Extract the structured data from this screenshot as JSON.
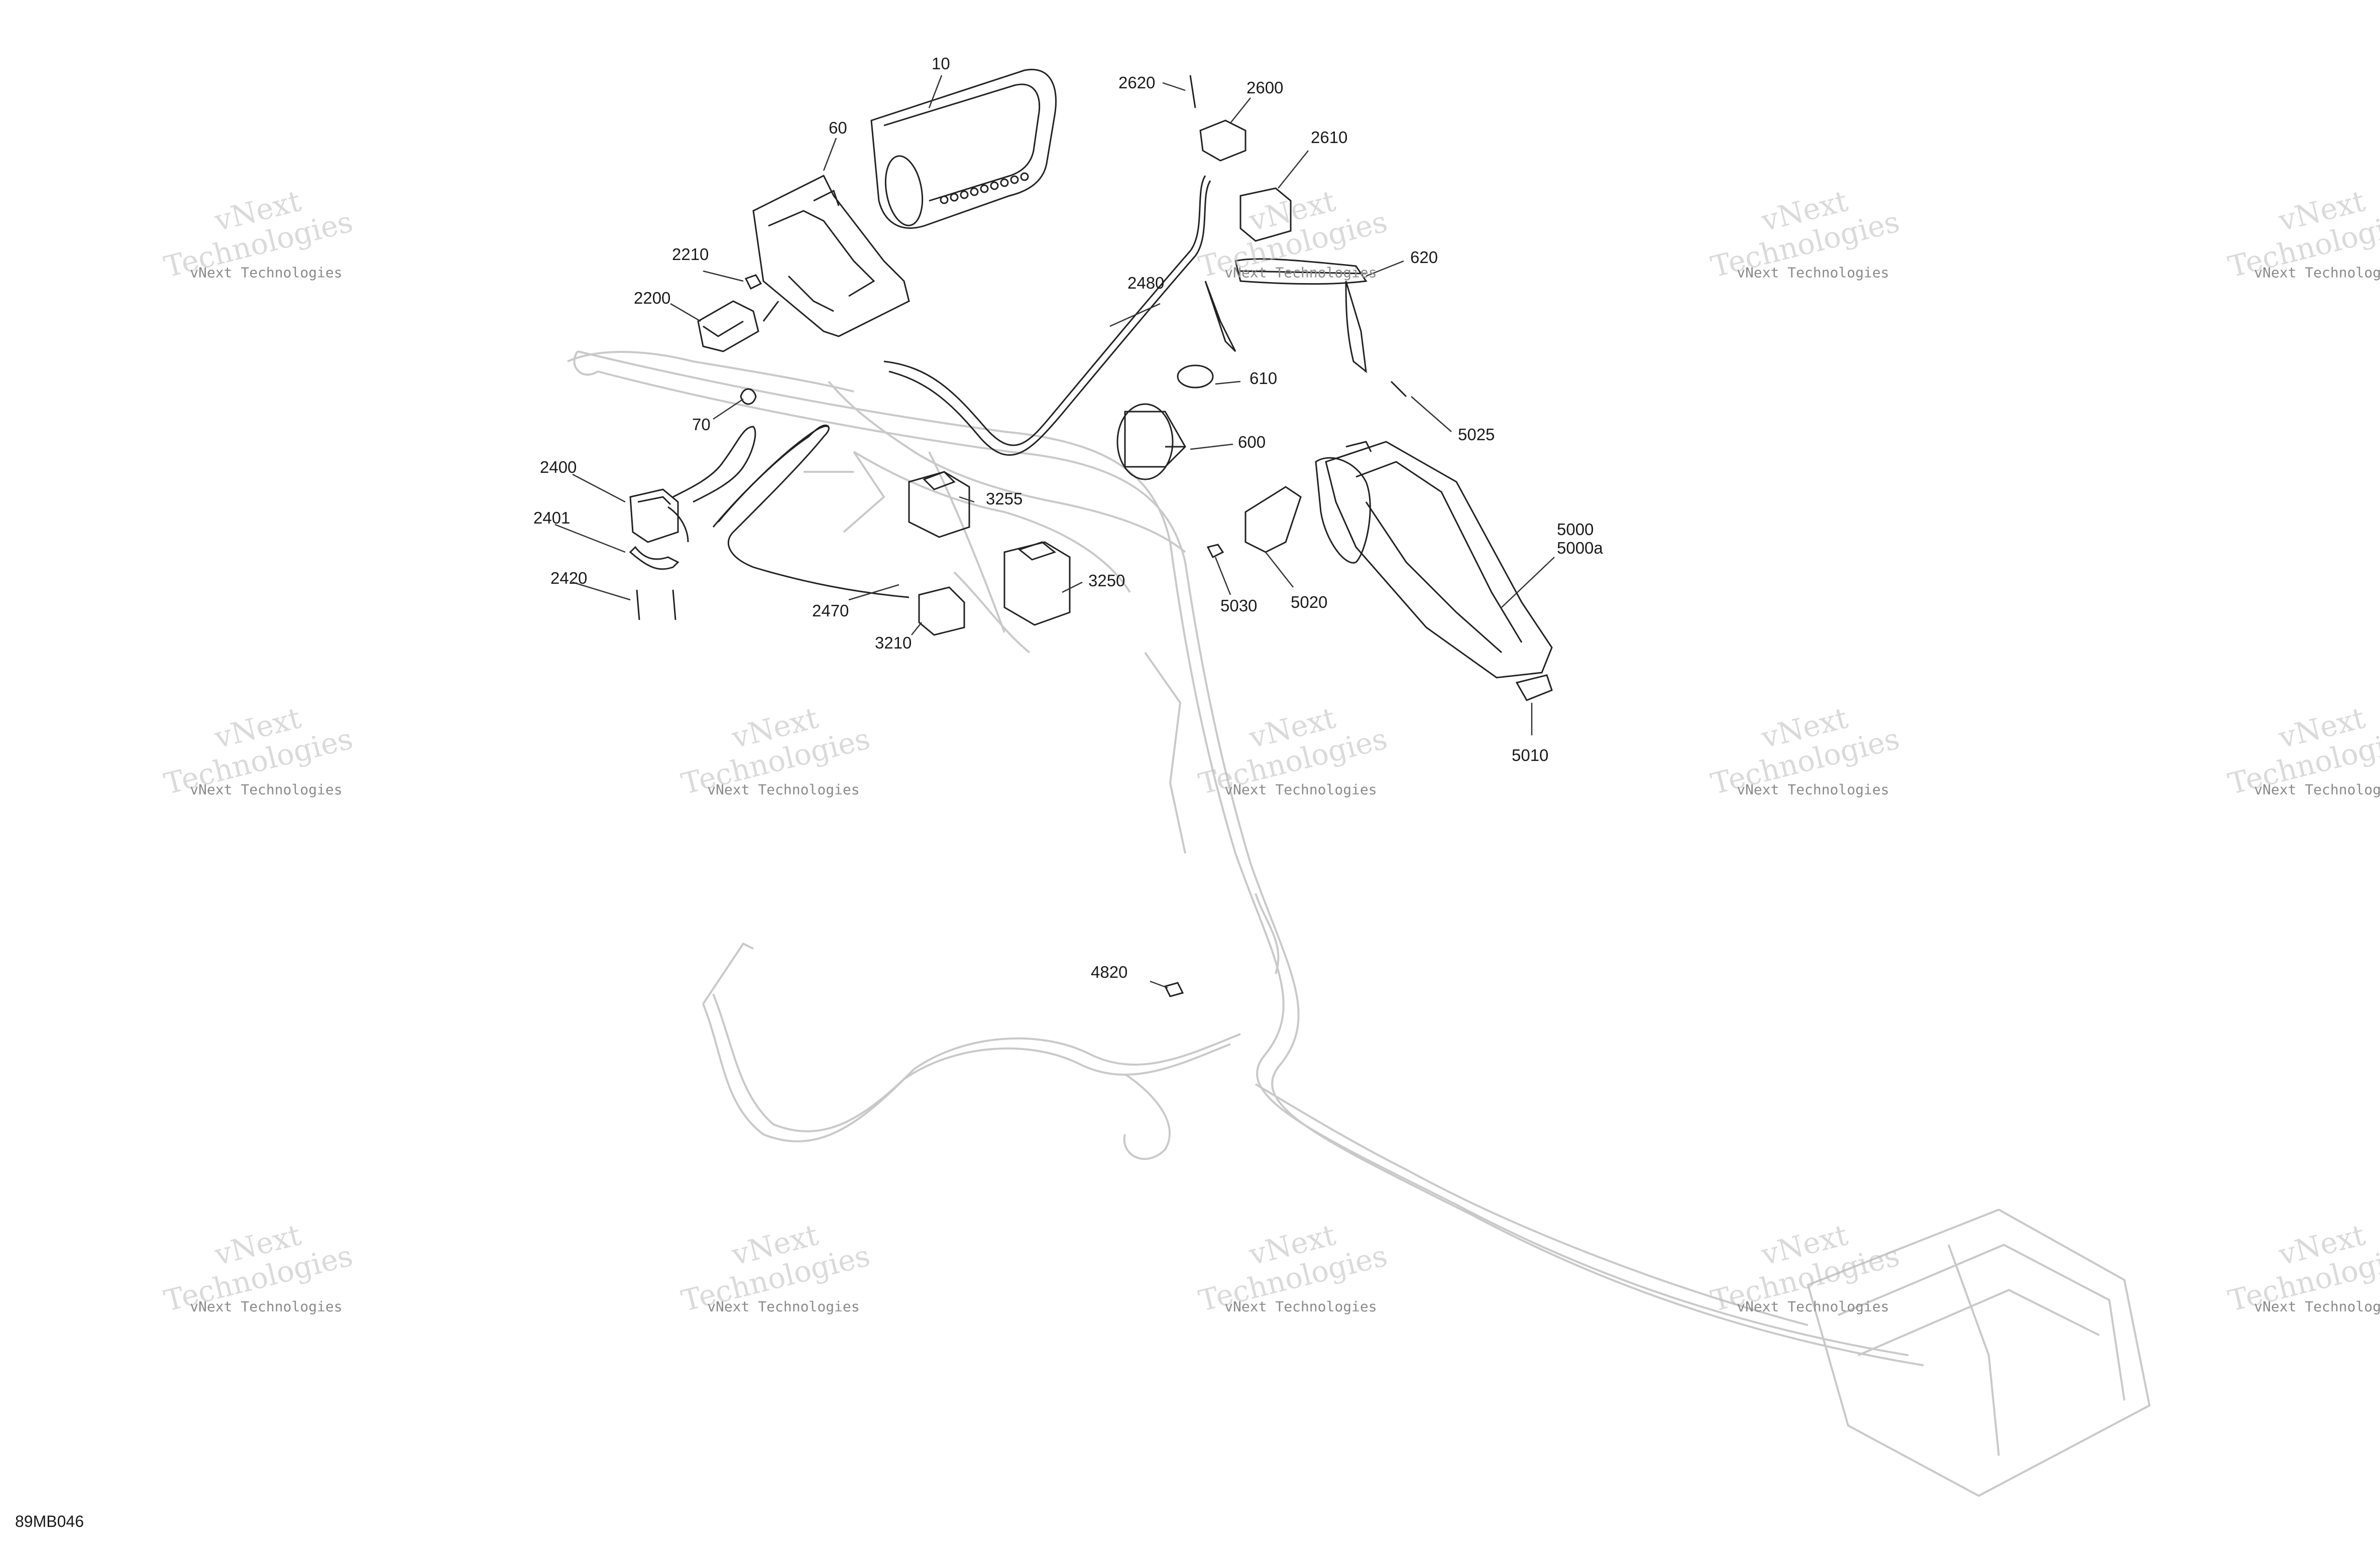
{
  "diagram_id": "89MB046",
  "watermark_text": "vNext Technologies",
  "watermark_parts": {
    "line1": "vNext",
    "line2": "Technologies"
  },
  "callouts": [
    {
      "id": "c10",
      "label": "10"
    },
    {
      "id": "c60",
      "label": "60"
    },
    {
      "id": "c2210",
      "label": "2210"
    },
    {
      "id": "c2200",
      "label": "2200"
    },
    {
      "id": "c70",
      "label": "70"
    },
    {
      "id": "c2400",
      "label": "2400"
    },
    {
      "id": "c2401",
      "label": "2401"
    },
    {
      "id": "c2420",
      "label": "2420"
    },
    {
      "id": "c2470",
      "label": "2470"
    },
    {
      "id": "c3210",
      "label": "3210"
    },
    {
      "id": "c3255",
      "label": "3255"
    },
    {
      "id": "c3250",
      "label": "3250"
    },
    {
      "id": "c2620",
      "label": "2620"
    },
    {
      "id": "c2600",
      "label": "2600"
    },
    {
      "id": "c2610",
      "label": "2610"
    },
    {
      "id": "c620",
      "label": "620"
    },
    {
      "id": "c2480",
      "label": "2480"
    },
    {
      "id": "c610",
      "label": "610"
    },
    {
      "id": "c600",
      "label": "600"
    },
    {
      "id": "c5025",
      "label": "5025"
    },
    {
      "id": "c5000",
      "label": "5000"
    },
    {
      "id": "c5000a",
      "label": "5000a"
    },
    {
      "id": "c5030",
      "label": "5030"
    },
    {
      "id": "c5020",
      "label": "5020"
    },
    {
      "id": "c5010",
      "label": "5010"
    },
    {
      "id": "c4820",
      "label": "4820"
    }
  ],
  "colors": {
    "line": "#222222",
    "ghost": "#c8c8c8",
    "watermark": "#bdbdbd"
  }
}
